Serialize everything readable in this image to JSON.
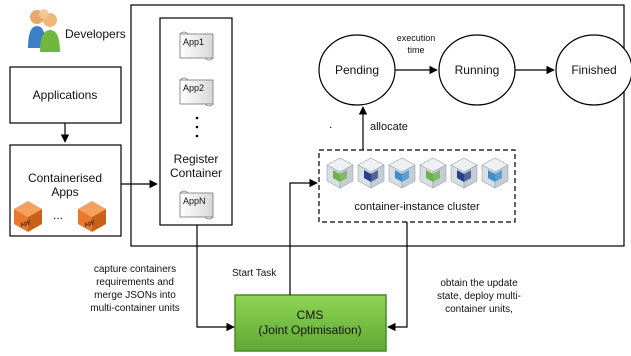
{
  "developers": {
    "label": "Developers"
  },
  "applications": {
    "label": "Applications"
  },
  "containerised": {
    "line1": "Containerised",
    "line2": "Apps",
    "box_label": "App",
    "ellipsis": "..."
  },
  "register": {
    "apps": [
      "App1",
      "App2",
      "AppN"
    ],
    "line1": "Register",
    "line2": "Container"
  },
  "states": {
    "pending": "Pending",
    "running": "Running",
    "finished": "Finished",
    "execution_line1": "execution",
    "execution_line2": "time"
  },
  "cluster": {
    "label": "container-instance cluster",
    "allocate": "allocate",
    "dot": "."
  },
  "cms": {
    "line1": "CMS",
    "line2": "(Joint Optimisation)"
  },
  "annotations": {
    "start_task": "Start Task",
    "capture": [
      "capture containers",
      "requirements and",
      "merge JSONs into",
      "multi-container units"
    ],
    "obtain": [
      "obtain the update",
      "state,  deploy multi-",
      "container units,"
    ]
  },
  "colors": {
    "cms_fill": "#7cc545",
    "cms_stroke": "#4a8a2a",
    "app_box": "#e8792a",
    "cluster_blue": "#3a8fd0",
    "cluster_green": "#6ab344",
    "cluster_navy": "#27408b"
  }
}
